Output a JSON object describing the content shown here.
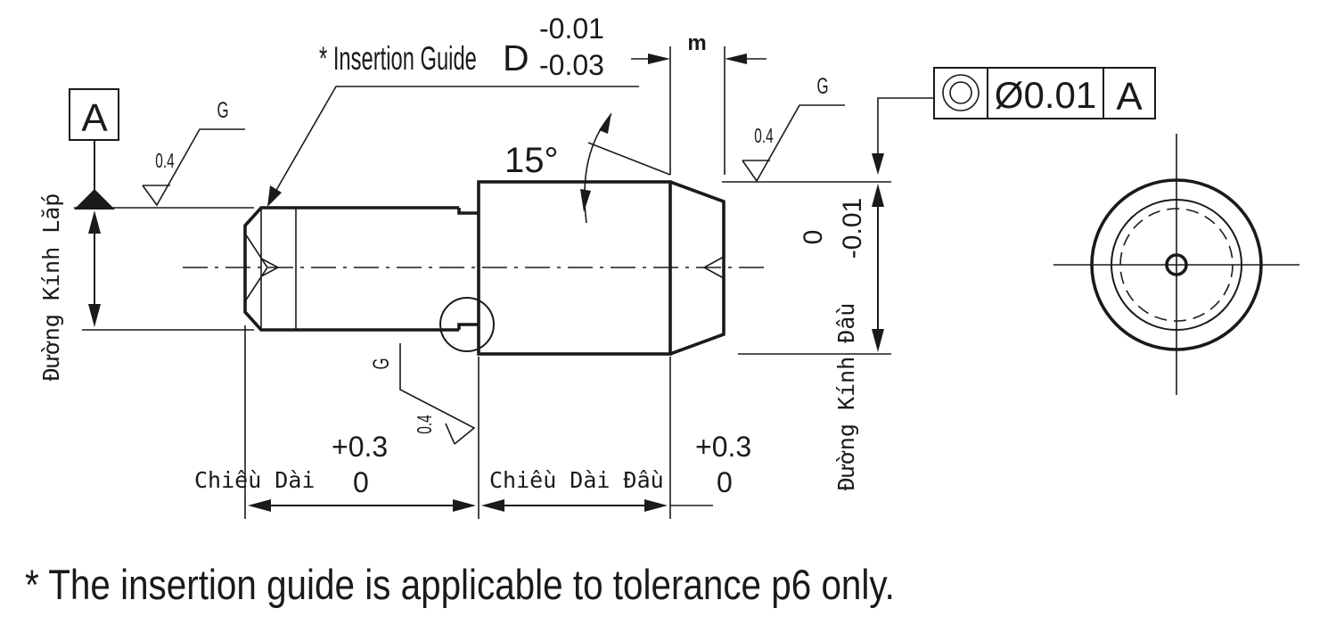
{
  "labels": {
    "insertion_guide": "* Insertion Guide",
    "insertion_guide_symbol": "D",
    "insertion_tol_upper": "-0.01",
    "insertion_tol_lower": "-0.03",
    "m": "m",
    "datum": "A",
    "roughness_value": "0.4",
    "roughness_grade": "G",
    "angle": "15°",
    "fcf_tolerance": "Ø0.01",
    "fcf_datum": "A",
    "fitting_diameter": "Đường Kính Lắp",
    "head_diameter": "Đường Kính Đầu",
    "head_tol_upper": "0",
    "head_tol_lower": "-0.01",
    "length": "Chiều Dài",
    "length_tol_upper": "+0.3",
    "length_tol_lower": "0",
    "head_length": "Chiều Dài Đầu",
    "head_length_tol_upper": "+0.3",
    "head_length_tol_lower": "0",
    "footnote": "* The insertion guide is applicable to tolerance p6 only."
  },
  "icons": {
    "fcf_symbol": "concentricity-icon",
    "datum_symbol": "datum-triangle-icon",
    "roughness_symbol": "surface-roughness-icon"
  }
}
